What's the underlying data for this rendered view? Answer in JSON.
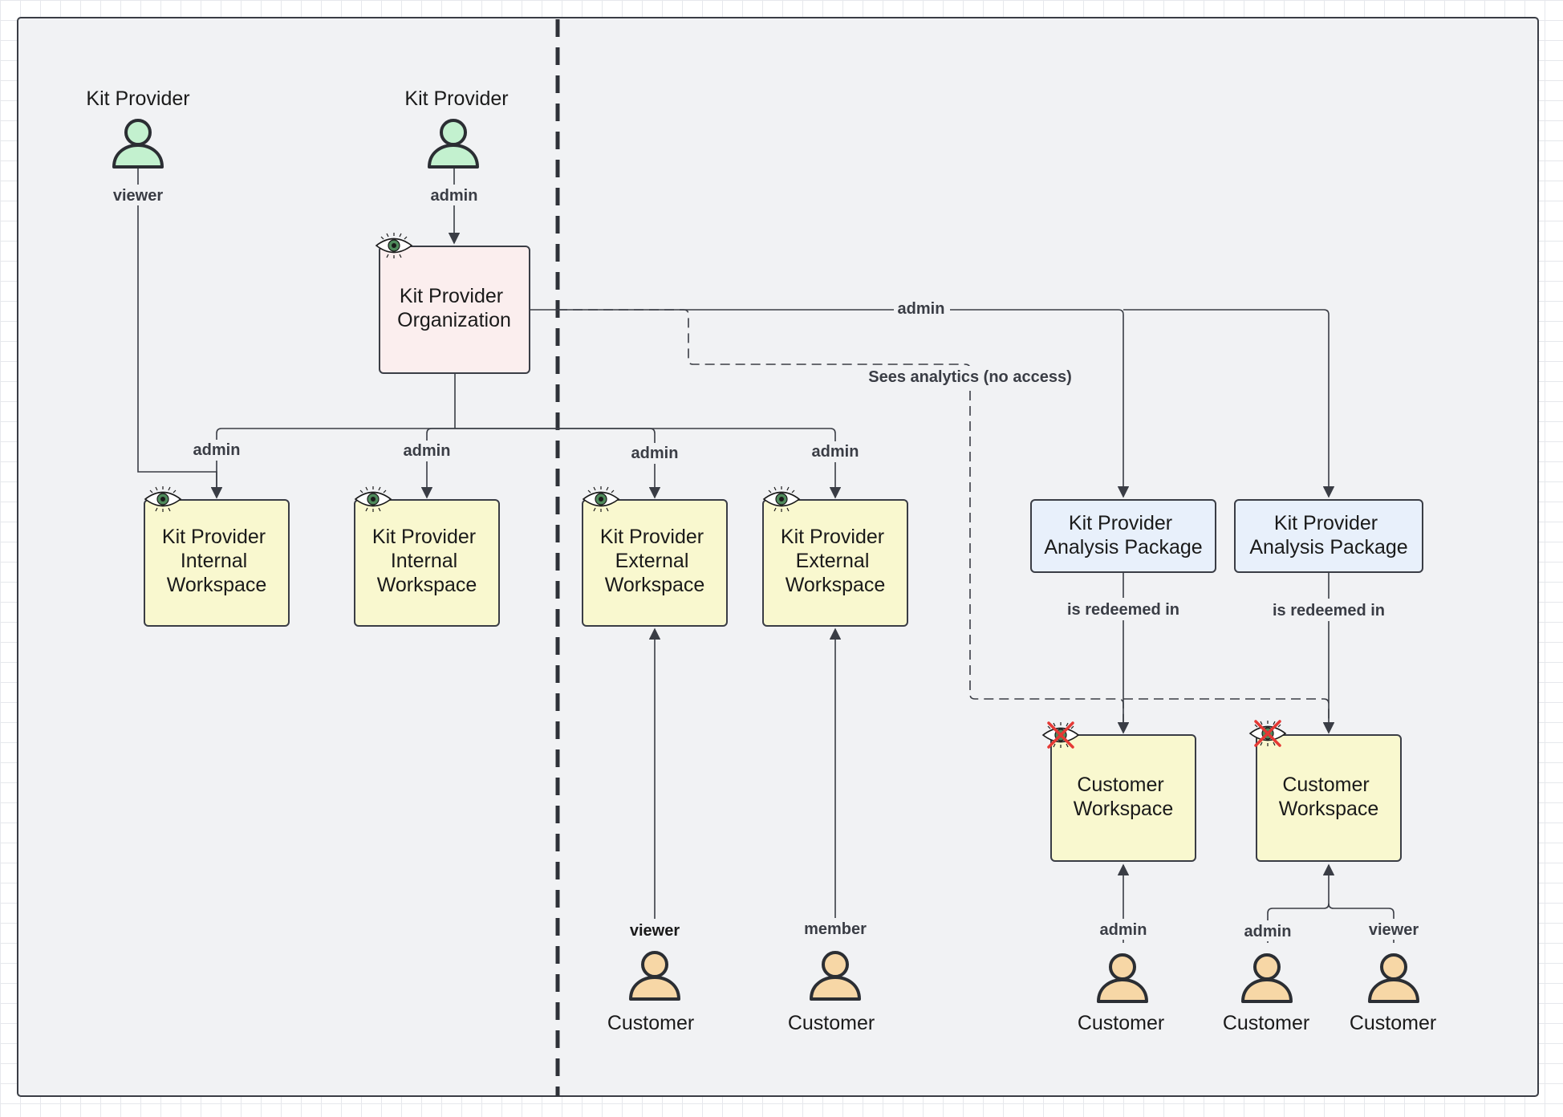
{
  "colors": {
    "frame_bg": "#f1f2f4",
    "frame_stroke": "#3a3d45",
    "org_fill": "#fbeeee",
    "workspace_fill": "#f9f8cf",
    "package_fill": "#e8f0fb",
    "provider_person": "#c3f1cf",
    "customer_person": "#f7d7a6",
    "eye_iris": "#4e8a5b",
    "no_access_x": "#e53935"
  },
  "actors": {
    "kp1": "Kit Provider",
    "kp2": "Kit Provider",
    "c1": "Customer",
    "c2": "Customer",
    "c3": "Customer",
    "c4": "Customer",
    "c5": "Customer"
  },
  "nodes": {
    "org": [
      "Kit Provider",
      "Organization"
    ],
    "iw1": [
      "Kit Provider",
      "Internal",
      "Workspace"
    ],
    "iw2": [
      "Kit Provider",
      "Internal",
      "Workspace"
    ],
    "ew1": [
      "Kit Provider",
      "External",
      "Workspace"
    ],
    "ew2": [
      "Kit Provider",
      "External",
      "Workspace"
    ],
    "ap1": [
      "Kit Provider",
      "Analysis Package"
    ],
    "ap2": [
      "Kit Provider",
      "Analysis Package"
    ],
    "cw1": [
      "Customer",
      "Workspace"
    ],
    "cw2": [
      "Customer",
      "Workspace"
    ]
  },
  "edge_labels": {
    "kp1_viewer": "viewer",
    "kp2_admin": "admin",
    "org_iw1": "admin",
    "org_iw2": "admin",
    "org_ew1": "admin",
    "org_ew2": "admin",
    "org_packages": "admin",
    "analytics": "Sees analytics (no access)",
    "ap1_redeemed": "is redeemed in",
    "ap2_redeemed": "is redeemed in",
    "c1_viewer": "viewer",
    "c2_member": "member",
    "c3_admin": "admin",
    "c4_admin": "admin",
    "c5_viewer": "viewer"
  }
}
